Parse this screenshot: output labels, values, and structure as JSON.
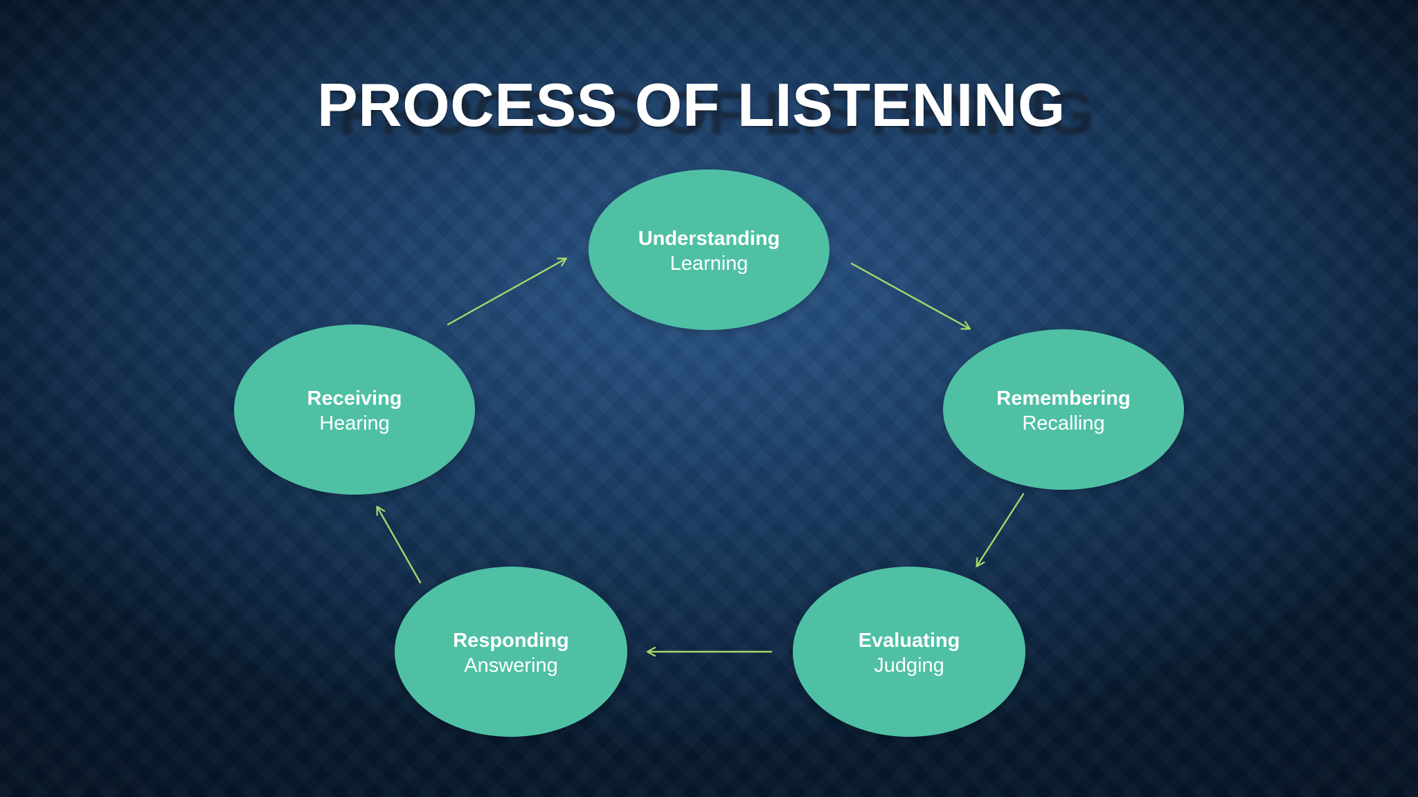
{
  "slide": {
    "title": "PROCESS OF LISTENING"
  },
  "diagram": {
    "nodes": [
      {
        "label": "Understanding",
        "sublabel": "Learning"
      },
      {
        "label": "Remembering",
        "sublabel": "Recalling"
      },
      {
        "label": "Evaluating",
        "sublabel": "Judging"
      },
      {
        "label": "Responding",
        "sublabel": "Answering"
      },
      {
        "label": "Receiving",
        "sublabel": "Hearing"
      }
    ],
    "edges": [
      {
        "from": "Understanding",
        "to": "Remembering"
      },
      {
        "from": "Remembering",
        "to": "Evaluating"
      },
      {
        "from": "Evaluating",
        "to": "Responding"
      },
      {
        "from": "Responding",
        "to": "Receiving"
      },
      {
        "from": "Receiving",
        "to": "Understanding"
      }
    ]
  },
  "colors": {
    "node_fill": "#4fc0a4",
    "arrow": "#a9d86b",
    "title": "#ffffff",
    "background_center": "#2b5587",
    "background_edge": "#081b30"
  }
}
